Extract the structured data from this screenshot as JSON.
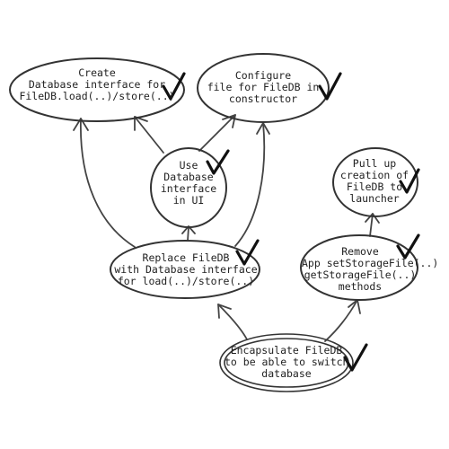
{
  "nodes": {
    "create": {
      "lines": [
        "Create",
        "Database interface for",
        "FileDB.load(..)/store(..)"
      ]
    },
    "configure": {
      "lines": [
        "Configure",
        "file for FileDB in",
        "constructor"
      ]
    },
    "use": {
      "lines": [
        "Use",
        "Database",
        "interface",
        "in UI"
      ]
    },
    "pullup": {
      "lines": [
        "Pull up",
        "creation of",
        "FileDB to",
        "launcher"
      ]
    },
    "replace": {
      "lines": [
        "Replace FileDB",
        "with Database interface",
        "for load(..)/store(..)"
      ]
    },
    "remove": {
      "lines": [
        "Remove",
        "App setStorageFile(..)",
        "getStorageFile(..)",
        "methods"
      ]
    },
    "encapsulate": {
      "lines": [
        "Encapsulate FileDB",
        "to be able to switch",
        "database"
      ]
    }
  },
  "status": {
    "create": "done",
    "configure": "done",
    "use": "done",
    "pullup": "done",
    "replace": "done",
    "remove": "done",
    "encapsulate": "done"
  },
  "edges": [
    {
      "from": "encapsulate",
      "to": "replace"
    },
    {
      "from": "encapsulate",
      "to": "remove"
    },
    {
      "from": "remove",
      "to": "pullup"
    },
    {
      "from": "replace",
      "to": "use"
    },
    {
      "from": "replace",
      "to": "create"
    },
    {
      "from": "replace",
      "to": "configure"
    },
    {
      "from": "use",
      "to": "create"
    },
    {
      "from": "use",
      "to": "configure"
    }
  ]
}
